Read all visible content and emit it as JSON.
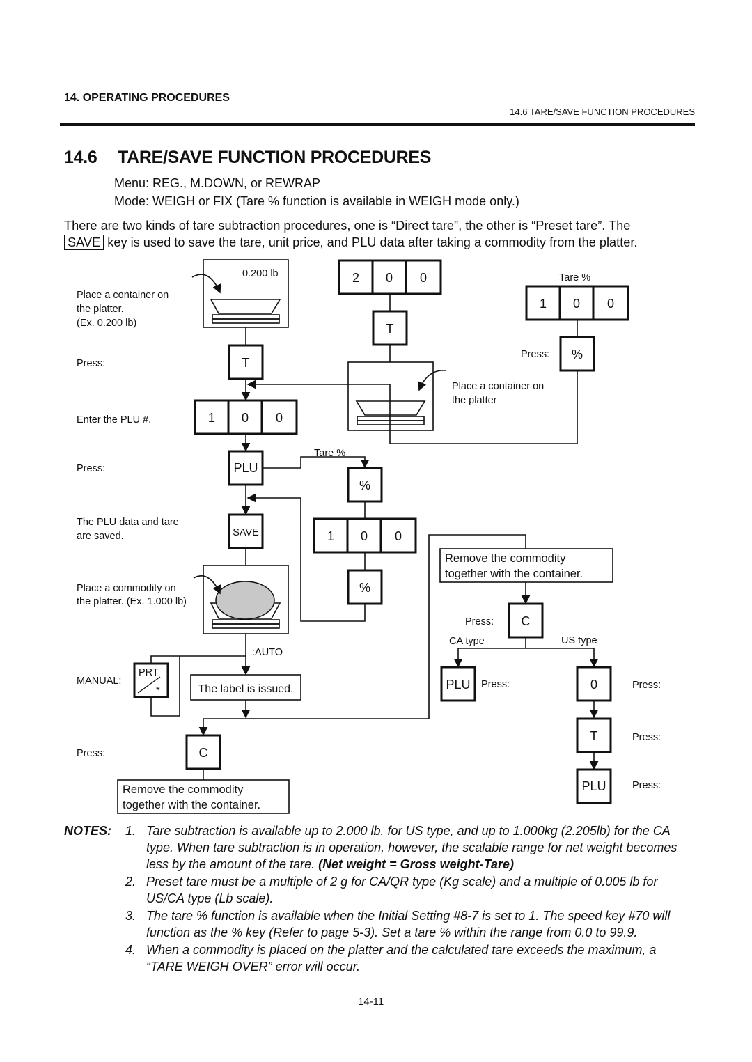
{
  "header": {
    "section": "14. OPERATING PROCEDURES",
    "subsection": "14.6 TARE/SAVE FUNCTION PROCEDURES"
  },
  "title": {
    "number": "14.6",
    "text": "TARE/SAVE FUNCTION PROCEDURES"
  },
  "menu_line": "Menu: REG., M.DOWN, or REWRAP",
  "mode_line": "Mode: WEIGH or FIX (Tare % function is available in WEIGH mode only.)",
  "paragraph": {
    "part1": "There are two kinds of tare subtraction procedures, one is “Direct tare”, the other is “Preset tare”.  The",
    "save_key": "SAVE",
    "part2": "key is used to save the tare, unit price, and PLU data after taking a commodity from the platter."
  },
  "diagram": {
    "weight_display": "0.200 lb",
    "place_container": [
      "Place a container on",
      "the platter.",
      "(Ex. 0.200 lb)"
    ],
    "press": "Press:",
    "enter_plu": "Enter the PLU #.",
    "plu_data_saved": [
      "The PLU data and tare",
      "are saved."
    ],
    "place_commodity": [
      "Place a commodity on",
      "the platter. (Ex. 1.000 lb)"
    ],
    "auto": ":AUTO",
    "manual": "MANUAL:",
    "prt_key": "PRT",
    "star": "*",
    "label_issued": "The label is issued.",
    "remove_commodity": [
      "Remove the commodity",
      "together with the container."
    ],
    "tare_pct": "Tare %",
    "place_container_right": [
      "Place a container on",
      "the platter"
    ],
    "ca_type": "CA type",
    "us_type": "US type",
    "keys": {
      "t": "T",
      "plu": "PLU",
      "save": "SAVE",
      "c": "C",
      "pct": "%",
      "d1": "1",
      "d0": "0",
      "d2": "2"
    }
  },
  "notes": {
    "heading": "NOTES:",
    "items": [
      {
        "num": "1.",
        "text": "Tare subtraction is available up to 2.000 lb. for US type, and up to 1.000kg (2.205lb) for the CA type.  When tare subtraction is in operation, however, the scalable range for net weight becomes less by the amount of the tare.  ",
        "bold": "(Net weight = Gross weight-Tare)"
      },
      {
        "num": "2.",
        "text": "Preset tare must be a multiple of 2 g for CA/QR type (Kg scale) and a multiple of 0.005 lb for US/CA type (Lb scale).",
        "bold": ""
      },
      {
        "num": "3.",
        "text": "The tare % function is available when the Initial Setting #8-7 is set to 1.  The speed key #70 will function as the % key (Refer to page 5-3).  Set a tare % within the range from 0.0 to 99.9.",
        "bold": ""
      },
      {
        "num": "4.",
        "text": "When a commodity is placed on the platter and the calculated tare exceeds the maximum, a “TARE WEIGH OVER” error will occur.",
        "bold": ""
      }
    ]
  },
  "page_number": "14-11"
}
